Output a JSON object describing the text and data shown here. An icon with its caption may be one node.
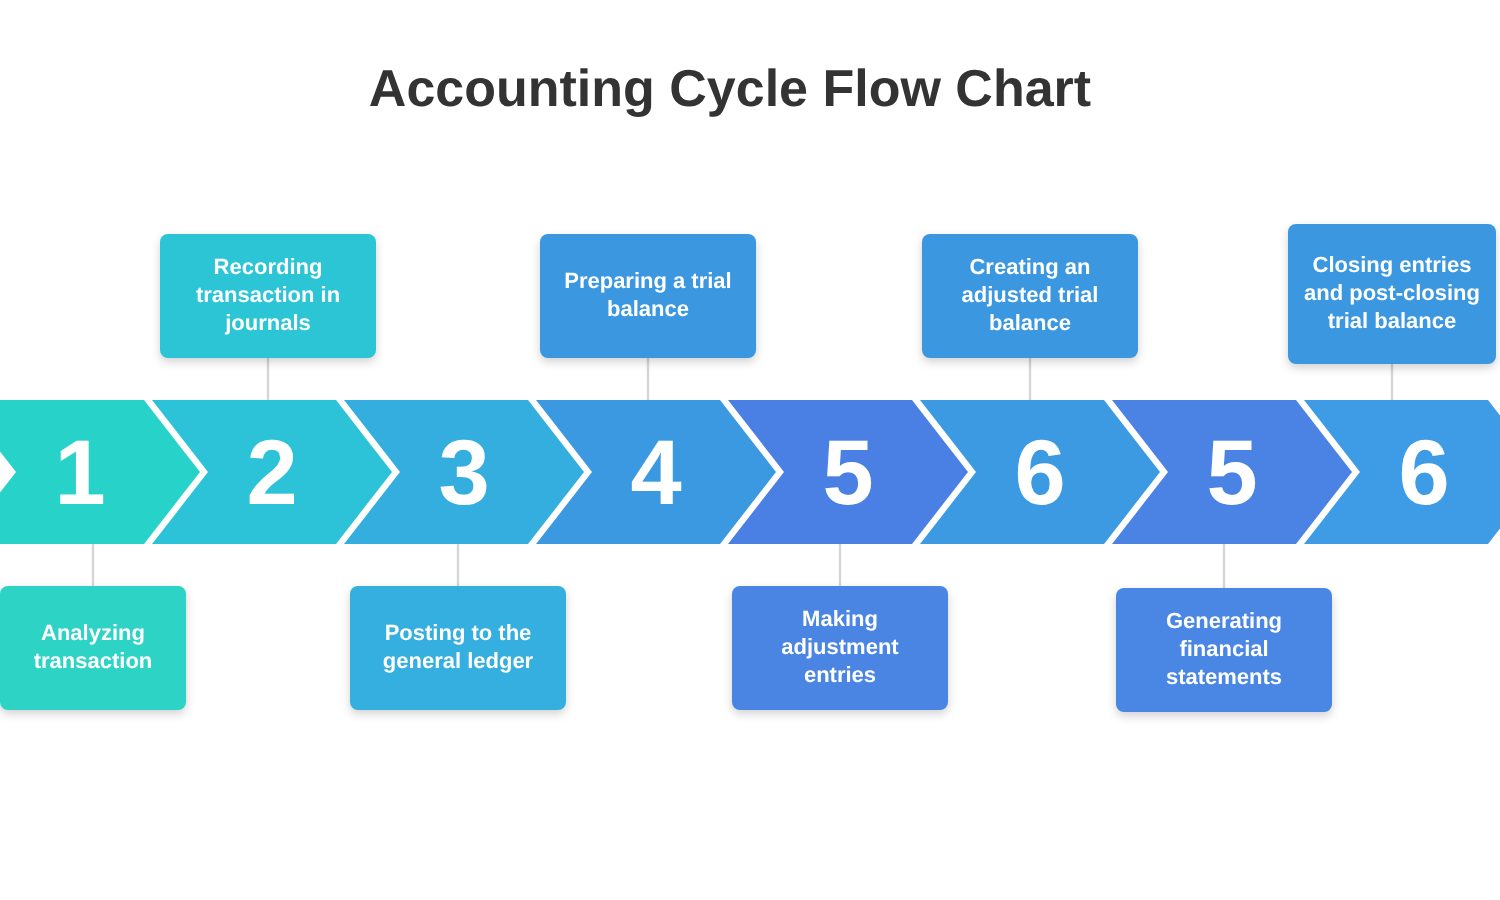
{
  "diagram": {
    "title": "Accounting Cycle Flow Chart",
    "nodes": [
      {
        "text": [
          "Recording transaction in journals"
        ]
      },
      {
        "text": [
          "Preparing a trial balance"
        ]
      },
      {
        "text": [
          "Creating an adjusted trial balance"
        ]
      },
      {
        "text": [
          "Closing entries and post-closing trial balance"
        ]
      },
      {
        "text": [
          "1"
        ]
      },
      {
        "text": [
          "2"
        ]
      },
      {
        "text": [
          "3"
        ]
      },
      {
        "text": [
          "4"
        ]
      },
      {
        "text": [
          "5"
        ]
      },
      {
        "text": [
          "6"
        ]
      },
      {
        "text": [
          "5"
        ]
      },
      {
        "text": [
          "6"
        ]
      },
      {
        "text": [
          "Analyzing transaction"
        ]
      },
      {
        "text": [
          "Posting to the general ledger"
        ]
      },
      {
        "text": [
          "Making adjustment entries"
        ]
      },
      {
        "text": [
          "Generating financial statements"
        ]
      }
    ],
    "edges": [
      {
        "from": 0,
        "to": 5,
        "arrow": "none"
      },
      {
        "from": 1,
        "to": 7,
        "arrow": "none"
      },
      {
        "from": 2,
        "to": 9,
        "arrow": "none"
      },
      {
        "from": 3,
        "to": 11,
        "arrow": "none"
      },
      {
        "from": 12,
        "to": 4,
        "arrow": "none"
      },
      {
        "from": 13,
        "to": 6,
        "arrow": "none"
      },
      {
        "from": 14,
        "to": 8,
        "arrow": "none"
      },
      {
        "from": 15,
        "to": 10,
        "arrow": "none"
      }
    ]
  }
}
